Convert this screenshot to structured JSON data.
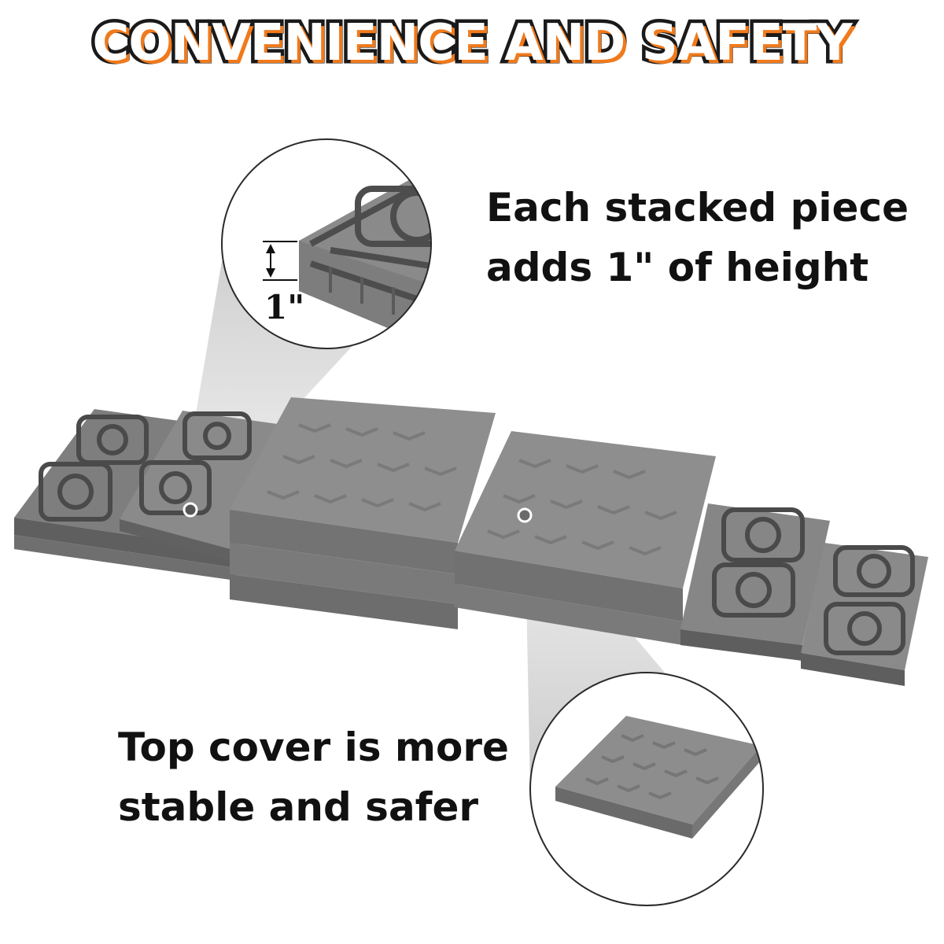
{
  "headline": "CONVENIENCE AND SAFETY",
  "captions": {
    "stack_height_line1": "Each stacked piece",
    "stack_height_line2": "adds 1\" of height",
    "top_cover_line1": "Top cover is more",
    "top_cover_line2": "stable and safer"
  },
  "zoom_label": "1\"",
  "colors": {
    "headline_fill": "#ffffff",
    "headline_stroke": "#1a1a1a",
    "headline_shadow": "#f07a1c",
    "block_gray": "#8a8a8a",
    "block_dark": "#555555",
    "callout_cone": "#cfcfcf"
  }
}
